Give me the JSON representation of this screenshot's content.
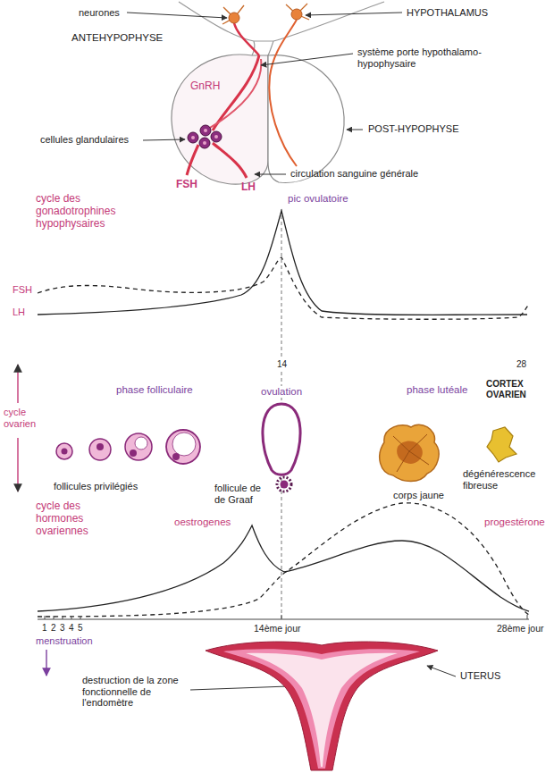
{
  "diagram": {
    "labels": [
      "neurones",
      "HYPOTHALAMUS",
      "ANTEHYPOPHYSE",
      "système porte hypothalamo-hypophysaire",
      "GnRH",
      "POST-HYPOPHYSE",
      "cellules glandulaires",
      "circulation sanguine générale",
      "FSH",
      "LH",
      "cycle des gonadotrophines hypophysaires",
      "pic ovulatoire",
      "FSH",
      "LH",
      "14",
      "28",
      "phase folliculaire",
      "ovulation",
      "phase lutéale",
      "CORTEX OVARIEN",
      "cycle ovarien",
      "follicules privilégiés",
      "follicule de de Graaf",
      "corps jaune",
      "dégénérescence fibreuse",
      "cycle des hormones ovariennes",
      "oestrogenes",
      "progestérone",
      "1",
      "2",
      "3",
      "4",
      "5",
      "14ème jour",
      "28ème jour",
      "menstruation",
      "destruction de la zone fonctionnelle de l'endomètre",
      "UTERUS"
    ]
  }
}
